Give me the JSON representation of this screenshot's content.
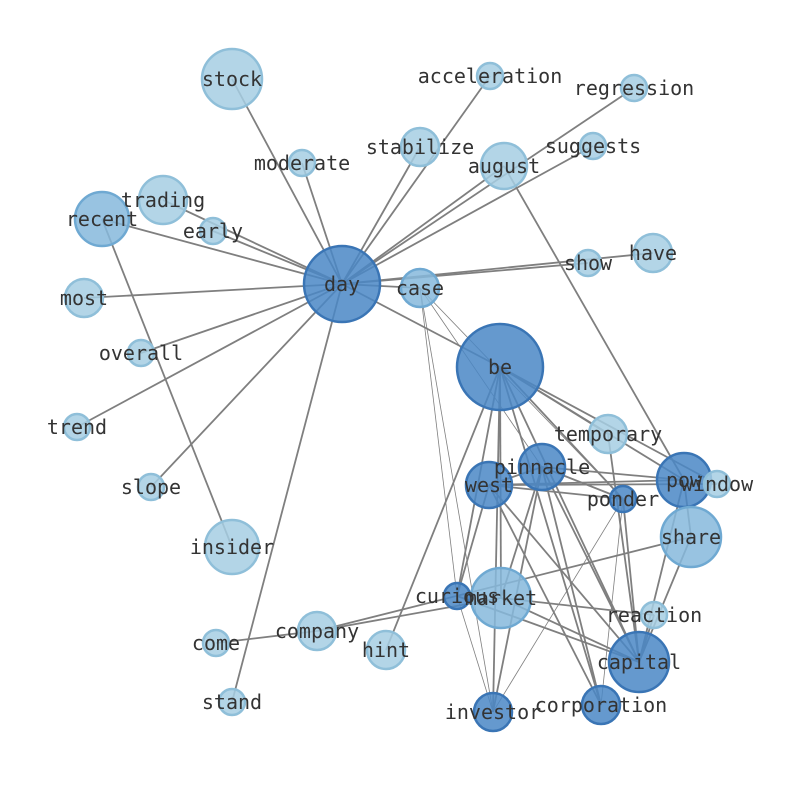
{
  "graph": {
    "nodes": [
      {
        "id": "day",
        "label": "day"
      },
      {
        "id": "be",
        "label": "be"
      },
      {
        "id": "stock",
        "label": "stock"
      },
      {
        "id": "acceleration",
        "label": "acceleration"
      },
      {
        "id": "regression",
        "label": "regression"
      },
      {
        "id": "stabilize",
        "label": "stabilize"
      },
      {
        "id": "suggests",
        "label": "suggests"
      },
      {
        "id": "moderate",
        "label": "moderate"
      },
      {
        "id": "august",
        "label": "august"
      },
      {
        "id": "trading",
        "label": "trading"
      },
      {
        "id": "recent",
        "label": "recent"
      },
      {
        "id": "early",
        "label": "early"
      },
      {
        "id": "show",
        "label": "show"
      },
      {
        "id": "have",
        "label": "have"
      },
      {
        "id": "case",
        "label": "case"
      },
      {
        "id": "most",
        "label": "most"
      },
      {
        "id": "overall",
        "label": "overall"
      },
      {
        "id": "trend",
        "label": "trend"
      },
      {
        "id": "temporary",
        "label": "temporary"
      },
      {
        "id": "slope",
        "label": "slope"
      },
      {
        "id": "pinnacle",
        "label": "pinnacle"
      },
      {
        "id": "west",
        "label": "west"
      },
      {
        "id": "pow",
        "label": "pow"
      },
      {
        "id": "window",
        "label": "window"
      },
      {
        "id": "ponder",
        "label": "ponder"
      },
      {
        "id": "insider",
        "label": "insider"
      },
      {
        "id": "share",
        "label": "share"
      },
      {
        "id": "curious",
        "label": "curious"
      },
      {
        "id": "market",
        "label": "market"
      },
      {
        "id": "reaction",
        "label": "reaction"
      },
      {
        "id": "come",
        "label": "come"
      },
      {
        "id": "company",
        "label": "company"
      },
      {
        "id": "hint",
        "label": "hint"
      },
      {
        "id": "capital",
        "label": "capital"
      },
      {
        "id": "stand",
        "label": "stand"
      },
      {
        "id": "investor",
        "label": "investor"
      },
      {
        "id": "corporation",
        "label": "corporation"
      }
    ],
    "edges": [
      [
        "day",
        "stock"
      ],
      [
        "day",
        "moderate"
      ],
      [
        "day",
        "stabilize"
      ],
      [
        "day",
        "acceleration"
      ],
      [
        "day",
        "august"
      ],
      [
        "day",
        "suggests"
      ],
      [
        "day",
        "regression"
      ],
      [
        "day",
        "trading"
      ],
      [
        "day",
        "recent"
      ],
      [
        "day",
        "early"
      ],
      [
        "day",
        "show"
      ],
      [
        "day",
        "have"
      ],
      [
        "day",
        "most"
      ],
      [
        "day",
        "overall"
      ],
      [
        "day",
        "trend"
      ],
      [
        "day",
        "slope"
      ],
      [
        "day",
        "stand"
      ],
      [
        "day",
        "case"
      ],
      [
        "day",
        "be"
      ],
      [
        "recent",
        "insider"
      ],
      [
        "august",
        "pow"
      ],
      [
        "be",
        "temporary"
      ],
      [
        "be",
        "pow"
      ],
      [
        "be",
        "ponder"
      ],
      [
        "be",
        "hint"
      ],
      [
        "be",
        "market"
      ],
      [
        "be",
        "curious"
      ],
      [
        "be",
        "investor"
      ],
      [
        "be",
        "capital"
      ],
      [
        "be",
        "window"
      ],
      [
        "case",
        "curious"
      ],
      [
        "case",
        "investor"
      ],
      [
        "case",
        "ponder"
      ],
      [
        "case",
        "pinnacle"
      ],
      [
        "pinnacle",
        "pow"
      ],
      [
        "pinnacle",
        "west"
      ],
      [
        "pinnacle",
        "corporation"
      ],
      [
        "pinnacle",
        "capital"
      ],
      [
        "pinnacle",
        "investor"
      ],
      [
        "pinnacle",
        "ponder"
      ],
      [
        "pinnacle",
        "market"
      ],
      [
        "west",
        "pow"
      ],
      [
        "west",
        "window"
      ],
      [
        "west",
        "corporation"
      ],
      [
        "west",
        "capital"
      ],
      [
        "west",
        "curious"
      ],
      [
        "west",
        "ponder"
      ],
      [
        "pow",
        "capital"
      ],
      [
        "pow",
        "share"
      ],
      [
        "share",
        "capital"
      ],
      [
        "share",
        "company"
      ],
      [
        "market",
        "reaction"
      ],
      [
        "market",
        "capital"
      ],
      [
        "market",
        "company"
      ],
      [
        "company",
        "come"
      ],
      [
        "curious",
        "capital"
      ],
      [
        "curious",
        "investor"
      ],
      [
        "investor",
        "ponder"
      ],
      [
        "corporation",
        "ponder"
      ],
      [
        "reaction",
        "capital"
      ],
      [
        "temporary",
        "capital"
      ],
      [
        "ponder",
        "capital"
      ],
      [
        "be",
        "corporation"
      ]
    ]
  }
}
